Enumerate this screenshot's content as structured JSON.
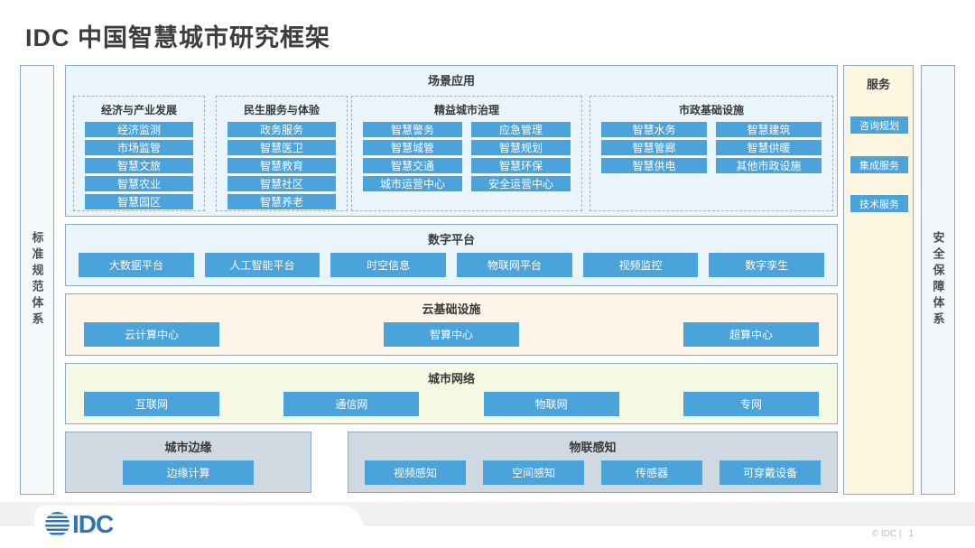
{
  "title": "IDC 中国智慧城市研究框架",
  "colors": {
    "accent_blue": "#4BA3DC",
    "panel_blue": "#E9F4FB",
    "panel_cream": "#FDF5E9",
    "panel_green": "#F5F8E3",
    "panel_gray_blue": "#CFD9E2",
    "border_blue_gray": "#8FA9C6",
    "logo_blue": "#2E75B6"
  },
  "left_sidebar": {
    "label": "标准规范体系"
  },
  "security_sidebar": {
    "label": "安全保障体系"
  },
  "services": {
    "title": "服务",
    "items": [
      "咨询规划",
      "集成服务",
      "技术服务"
    ]
  },
  "scenario": {
    "title": "场景应用",
    "groups": [
      {
        "title": "经济与产业发展",
        "items": [
          "经济监测",
          "市场监管",
          "智慧文旅",
          "智慧农业",
          "智慧园区"
        ]
      },
      {
        "title": "民生服务与体验",
        "items": [
          "政务服务",
          "智慧医卫",
          "智慧教育",
          "智慧社区",
          "智慧养老"
        ]
      },
      {
        "title": "精益城市治理",
        "items": [
          "智慧警务",
          "应急管理",
          "智慧城管",
          "智慧规划",
          "智慧交通",
          "智慧环保",
          "城市运营中心",
          "安全运营中心"
        ]
      },
      {
        "title": "市政基础设施",
        "items": [
          "智慧水务",
          "智慧建筑",
          "智慧管廊",
          "智慧供暖",
          "智慧供电",
          "其他市政设施"
        ]
      }
    ]
  },
  "digital_platform": {
    "title": "数字平台",
    "items": [
      "大数据平台",
      "人工智能平台",
      "时空信息",
      "物联网平台",
      "视频监控",
      "数字孪生"
    ]
  },
  "cloud_infrastructure": {
    "title": "云基础设施",
    "items": [
      "云计算中心",
      "智算中心",
      "超算中心"
    ]
  },
  "city_network": {
    "title": "城市网络",
    "items": [
      "互联网",
      "通信网",
      "物联网",
      "专网"
    ]
  },
  "city_edge": {
    "title": "城市边缘",
    "items": [
      "边缘计算"
    ]
  },
  "iot_sensing": {
    "title": "物联感知",
    "items": [
      "视频感知",
      "空间感知",
      "传感器",
      "可穿戴设备"
    ]
  },
  "footer": {
    "logo_text": "IDC",
    "copyright": "© IDC |",
    "page_number": "1"
  }
}
